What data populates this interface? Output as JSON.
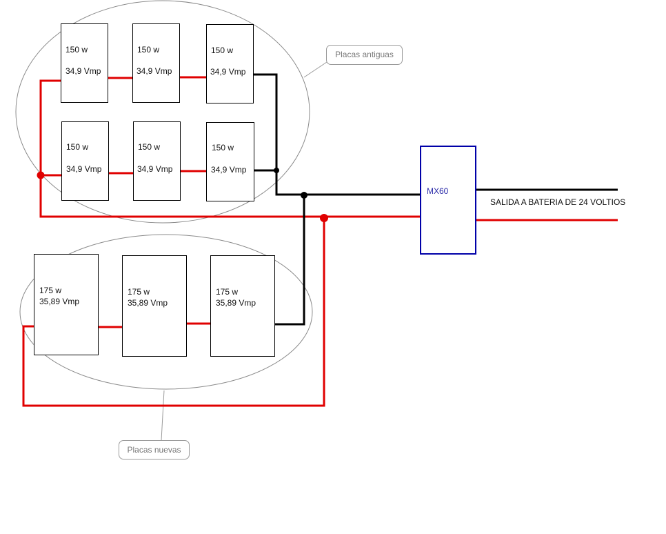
{
  "colors": {
    "positive": "#e00000",
    "negative": "#000000",
    "controller_border": "#0000a8",
    "callout_border": "#9a9a9a"
  },
  "groups": {
    "old": {
      "callout": "Placas antiguas",
      "panels": [
        {
          "power": "150 w",
          "vmp": "34,9 Vmp"
        },
        {
          "power": "150 w",
          "vmp": "34,9 Vmp"
        },
        {
          "power": "150 w",
          "vmp": "34,9 Vmp"
        },
        {
          "power": "150 w",
          "vmp": "34,9 Vmp"
        },
        {
          "power": "150 w",
          "vmp": "34,9 Vmp"
        },
        {
          "power": "150 w",
          "vmp": "34,9 Vmp"
        }
      ]
    },
    "new": {
      "callout": "Placas nuevas",
      "panels": [
        {
          "power": "175 w",
          "vmp": "35,89 Vmp"
        },
        {
          "power": "175 w",
          "vmp": "35,89 Vmp"
        },
        {
          "power": "175 w",
          "vmp": "35,89 Vmp"
        }
      ]
    }
  },
  "controller": {
    "label": "MX60"
  },
  "output": {
    "label": "SALIDA A BATERIA DE 24 VOLTIOS"
  }
}
